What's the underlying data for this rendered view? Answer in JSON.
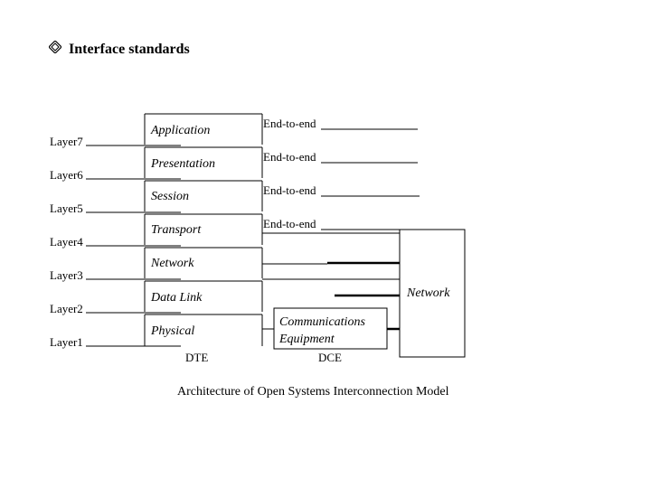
{
  "slide": {
    "title": "Interface standards",
    "bullet_icon": "diamond-bullet-icon"
  },
  "layers": [
    "Layer7",
    "Layer6",
    "Layer5",
    "Layer4",
    "Layer3",
    "Layer2",
    "Layer1"
  ],
  "stack": [
    "Application",
    "Presentation",
    "Session",
    "Transport",
    "Network",
    "Data Link",
    "Physical"
  ],
  "end_to_end": [
    "End-to-end",
    "End-to-end",
    "End-to-end",
    "End-to-end"
  ],
  "network_box": "Network",
  "comm_equipment": {
    "line1": "Communications",
    "line2": "Equipment"
  },
  "dte": "DTE",
  "dce": "DCE",
  "caption": "Architecture of Open Systems Interconnection Model"
}
